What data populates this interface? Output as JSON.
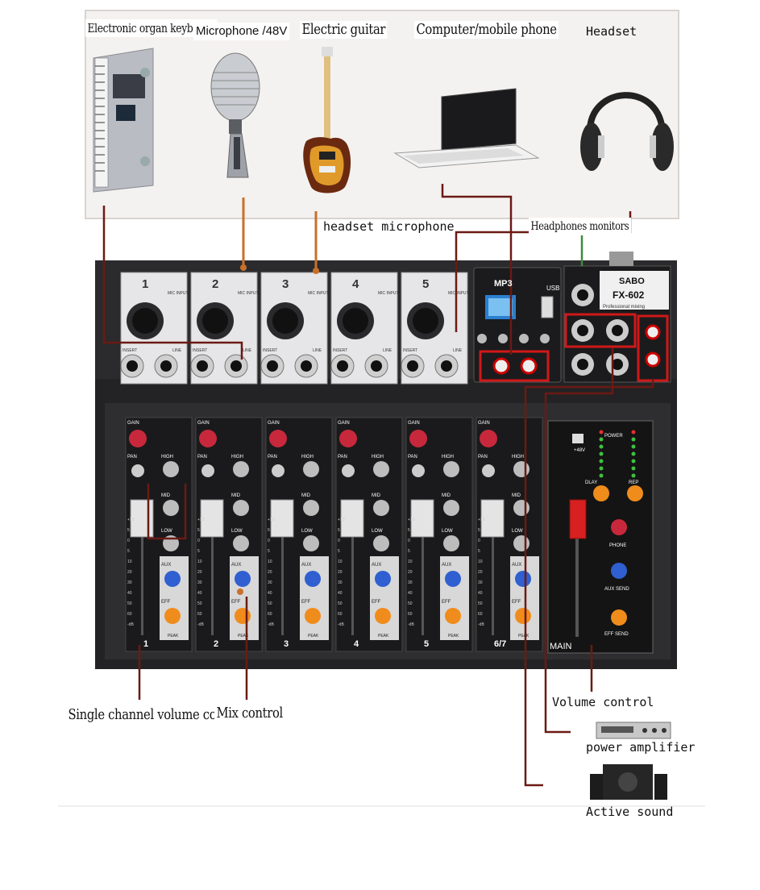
{
  "sources": {
    "keyboard": "Electronic organ keyboard",
    "microphone": "Microphone /48V",
    "guitar": "Electric guitar",
    "computer": "Computer/mobile phone",
    "headset": "Headset"
  },
  "connection_labels": {
    "headset_mic": "headset microphone",
    "headphones_monitors": "Headphones monitors",
    "single_channel": "Single channel volume control",
    "mix_control": "Mix control",
    "volume_control": "Volume control",
    "power_amp": "power amplifier",
    "active_sound": "Active sound"
  },
  "mixer": {
    "brand": "SABO",
    "model": "FX-602",
    "tagline": "Professional mixing",
    "mp3_label": "MP3",
    "usb_label": "USB",
    "phantom": "+48V",
    "mic_input": "MIC INPUT",
    "insert": "INSERT",
    "line": "LINE",
    "input_channels": [
      "1",
      "2",
      "3",
      "4",
      "5"
    ],
    "strip_channels": [
      "1",
      "2",
      "3",
      "4",
      "5",
      "6/7"
    ],
    "main_label": "MAIN",
    "knob_labels": {
      "gain": "GAIN",
      "pan": "PAN",
      "high": "HIGH",
      "mid": "MID",
      "low": "LOW",
      "aux": "AUX",
      "eff": "EFF",
      "peak": "PEAK"
    },
    "master_labels": {
      "power": "POWER",
      "dlay": "DLAY",
      "rep": "REP",
      "phone": "PHONE",
      "aux_send": "AUX SEND",
      "eff_send": "EFF SEND"
    },
    "meter_scale": [
      "+10",
      "5",
      "0",
      "5",
      "10",
      "20",
      "30",
      "40",
      "50",
      "60",
      "-dB"
    ]
  },
  "colors": {
    "wire_dark": "#6b1a14",
    "wire_orange": "#c8702a",
    "highlight_red": "#d01818",
    "green_wire": "#3c8c3c",
    "gain_knob": "#c8283c",
    "aux_knob": "#2f5fd0",
    "eff_knob": "#f08c1c"
  }
}
